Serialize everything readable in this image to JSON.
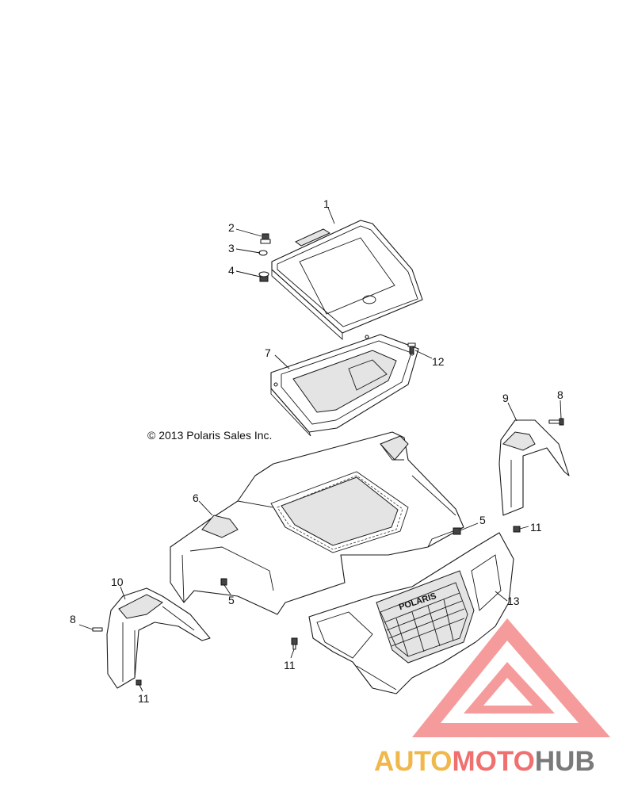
{
  "copyright": "© 2013 Polaris Sales Inc.",
  "callouts": [
    {
      "id": "c1",
      "label": "1"
    },
    {
      "id": "c2",
      "label": "2"
    },
    {
      "id": "c3",
      "label": "3"
    },
    {
      "id": "c4",
      "label": "4"
    },
    {
      "id": "c7",
      "label": "7"
    },
    {
      "id": "c12",
      "label": "12"
    },
    {
      "id": "c9",
      "label": "9"
    },
    {
      "id": "c8a",
      "label": "8"
    },
    {
      "id": "c6",
      "label": "6"
    },
    {
      "id": "c5a",
      "label": "5"
    },
    {
      "id": "c11a",
      "label": "11"
    },
    {
      "id": "c5b",
      "label": "5"
    },
    {
      "id": "c10",
      "label": "10"
    },
    {
      "id": "c8b",
      "label": "8"
    },
    {
      "id": "c13",
      "label": "13"
    },
    {
      "id": "c11b",
      "label": "11"
    },
    {
      "id": "c11c",
      "label": "11"
    }
  ],
  "grille_badge": "POLARIS",
  "watermark": {
    "part1": "AUTO",
    "part2": "MOTO",
    "part3": "HUB",
    "color_primary": "#f0b84a",
    "color_secondary": "#f07070",
    "color_tertiary": "#7a7a7a"
  }
}
